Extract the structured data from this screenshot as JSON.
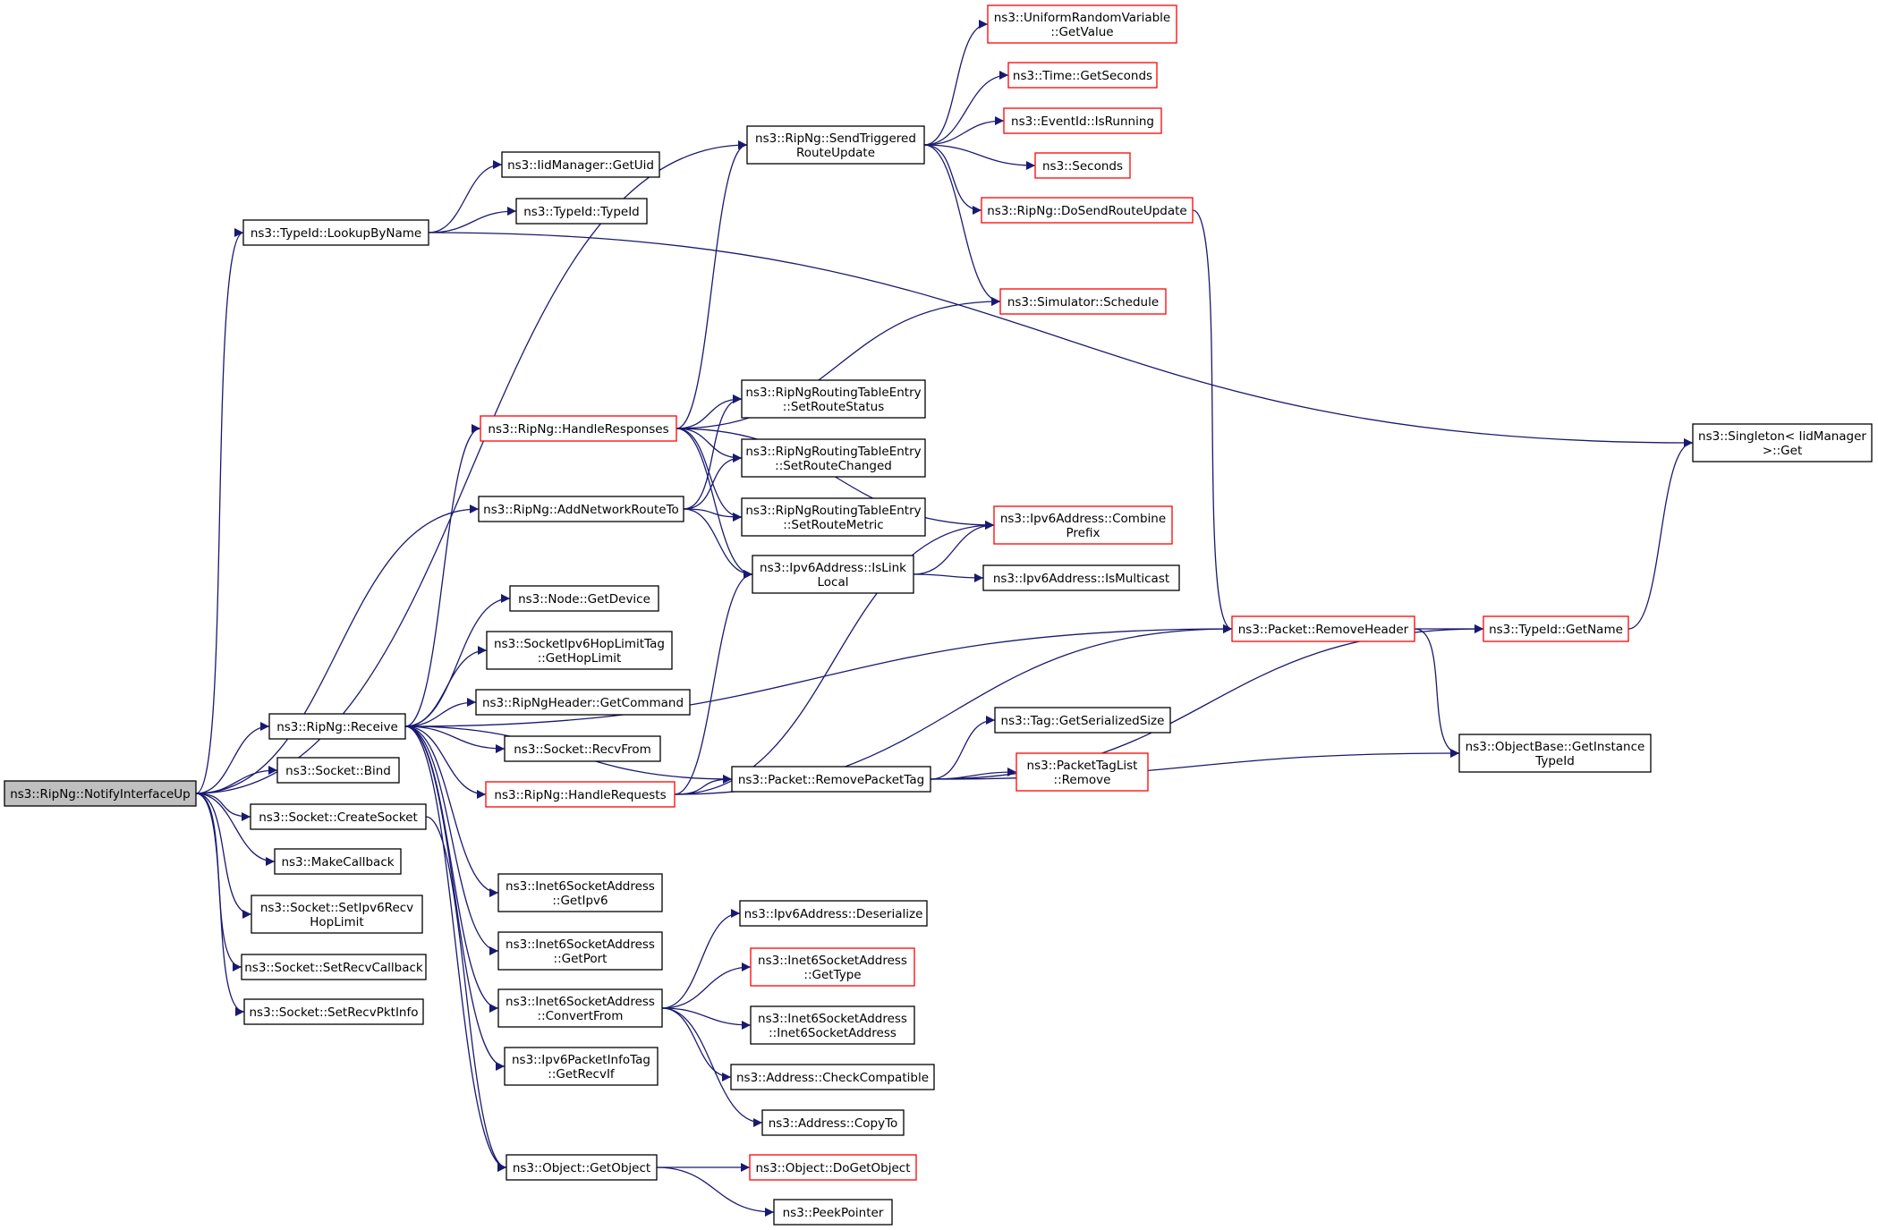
{
  "colors": {
    "edge": "#191970",
    "node_border": "#000000",
    "node_border_undocumented": "#ff0000",
    "root_fill": "#bfbfbf",
    "node_fill": "#ffffff"
  },
  "nodes": {
    "notifyInterfaceUp": {
      "lines": [
        "ns3::RipNg::NotifyInterfaceUp"
      ],
      "style": "root"
    },
    "lookupByName": {
      "lines": [
        "ns3::TypeId::LookupByName"
      ],
      "style": "normal"
    },
    "iidGetUid": {
      "lines": [
        "ns3::IidManager::GetUid"
      ],
      "style": "normal"
    },
    "typeIdTypeId": {
      "lines": [
        "ns3::TypeId::TypeId"
      ],
      "style": "normal"
    },
    "sendTriggered": {
      "lines": [
        "ns3::RipNg::SendTriggered",
        "RouteUpdate"
      ],
      "style": "normal"
    },
    "uniformGetValue": {
      "lines": [
        "ns3::UniformRandomVariable",
        "::GetValue"
      ],
      "style": "red"
    },
    "timeGetSeconds": {
      "lines": [
        "ns3::Time::GetSeconds"
      ],
      "style": "red"
    },
    "eventIsRunning": {
      "lines": [
        "ns3::EventId::IsRunning"
      ],
      "style": "red"
    },
    "seconds": {
      "lines": [
        "ns3::Seconds"
      ],
      "style": "red"
    },
    "doSendRouteUpdate": {
      "lines": [
        "ns3::RipNg::DoSendRouteUpdate"
      ],
      "style": "red"
    },
    "simSchedule": {
      "lines": [
        "ns3::Simulator::Schedule"
      ],
      "style": "red"
    },
    "singletonGet": {
      "lines": [
        "ns3::Singleton< IidManager",
        " >::Get"
      ],
      "style": "normal"
    },
    "handleResponses": {
      "lines": [
        "ns3::RipNg::HandleResponses"
      ],
      "style": "red"
    },
    "setRouteStatus": {
      "lines": [
        "ns3::RipNgRoutingTableEntry",
        "::SetRouteStatus"
      ],
      "style": "normal"
    },
    "setRouteChanged": {
      "lines": [
        "ns3::RipNgRoutingTableEntry",
        "::SetRouteChanged"
      ],
      "style": "normal"
    },
    "setRouteMetric": {
      "lines": [
        "ns3::RipNgRoutingTableEntry",
        "::SetRouteMetric"
      ],
      "style": "normal"
    },
    "addNetworkRouteTo": {
      "lines": [
        "ns3::RipNg::AddNetworkRouteTo"
      ],
      "style": "normal"
    },
    "combinePrefix": {
      "lines": [
        "ns3::Ipv6Address::Combine",
        "Prefix"
      ],
      "style": "red"
    },
    "isLinkLocal": {
      "lines": [
        "ns3::Ipv6Address::IsLink",
        "Local"
      ],
      "style": "normal"
    },
    "isMulticast": {
      "lines": [
        "ns3::Ipv6Address::IsMulticast"
      ],
      "style": "normal"
    },
    "nodeGetDevice": {
      "lines": [
        "ns3::Node::GetDevice"
      ],
      "style": "normal"
    },
    "getHopLimit": {
      "lines": [
        "ns3::SocketIpv6HopLimitTag",
        "::GetHopLimit"
      ],
      "style": "normal"
    },
    "getCommand": {
      "lines": [
        "ns3::RipNgHeader::GetCommand"
      ],
      "style": "normal"
    },
    "recvFrom": {
      "lines": [
        "ns3::Socket::RecvFrom"
      ],
      "style": "normal"
    },
    "receive": {
      "lines": [
        "ns3::RipNg::Receive"
      ],
      "style": "normal"
    },
    "removeHeader": {
      "lines": [
        "ns3::Packet::RemoveHeader"
      ],
      "style": "red"
    },
    "getName": {
      "lines": [
        "ns3::TypeId::GetName"
      ],
      "style": "red"
    },
    "tagGetSerializedSize": {
      "lines": [
        "ns3::Tag::GetSerializedSize"
      ],
      "style": "normal"
    },
    "getInstanceTypeId": {
      "lines": [
        "ns3::ObjectBase::GetInstance",
        "TypeId"
      ],
      "style": "normal"
    },
    "socketBind": {
      "lines": [
        "ns3::Socket::Bind"
      ],
      "style": "normal"
    },
    "handleRequests": {
      "lines": [
        "ns3::RipNg::HandleRequests"
      ],
      "style": "red"
    },
    "removePacketTag": {
      "lines": [
        "ns3::Packet::RemovePacketTag"
      ],
      "style": "normal"
    },
    "packetTagListRemove": {
      "lines": [
        "ns3::PacketTagList",
        "::Remove"
      ],
      "style": "red"
    },
    "createSocket": {
      "lines": [
        "ns3::Socket::CreateSocket"
      ],
      "style": "normal"
    },
    "makeCallback": {
      "lines": [
        "ns3::MakeCallback"
      ],
      "style": "normal"
    },
    "getIpv6": {
      "lines": [
        "ns3::Inet6SocketAddress",
        "::GetIpv6"
      ],
      "style": "normal"
    },
    "setIpv6RecvHopLimit": {
      "lines": [
        "ns3::Socket::SetIpv6Recv",
        "HopLimit"
      ],
      "style": "normal"
    },
    "ipv6Deserialize": {
      "lines": [
        "ns3::Ipv6Address::Deserialize"
      ],
      "style": "normal"
    },
    "getPort": {
      "lines": [
        "ns3::Inet6SocketAddress",
        "::GetPort"
      ],
      "style": "normal"
    },
    "inetGetType": {
      "lines": [
        "ns3::Inet6SocketAddress",
        "::GetType"
      ],
      "style": "red"
    },
    "setRecvCallback": {
      "lines": [
        "ns3::Socket::SetRecvCallback"
      ],
      "style": "normal"
    },
    "convertFrom": {
      "lines": [
        "ns3::Inet6SocketAddress",
        "::ConvertFrom"
      ],
      "style": "normal"
    },
    "setRecvPktInfo": {
      "lines": [
        "ns3::Socket::SetRecvPktInfo"
      ],
      "style": "normal"
    },
    "inetCtor": {
      "lines": [
        "ns3::Inet6SocketAddress",
        "::Inet6SocketAddress"
      ],
      "style": "normal"
    },
    "checkCompatible": {
      "lines": [
        "ns3::Address::CheckCompatible"
      ],
      "style": "normal"
    },
    "getRecvIf": {
      "lines": [
        "ns3::Ipv6PacketInfoTag",
        "::GetRecvIf"
      ],
      "style": "normal"
    },
    "addressCopyTo": {
      "lines": [
        "ns3::Address::CopyTo"
      ],
      "style": "normal"
    },
    "objectGetObject": {
      "lines": [
        "ns3::Object::GetObject"
      ],
      "style": "normal"
    },
    "doGetObject": {
      "lines": [
        "ns3::Object::DoGetObject"
      ],
      "style": "red"
    },
    "peekPointer": {
      "lines": [
        "ns3::PeekPointer"
      ],
      "style": "normal"
    }
  },
  "edges": [
    [
      "notifyInterfaceUp",
      "lookupByName"
    ],
    [
      "notifyInterfaceUp",
      "sendTriggered"
    ],
    [
      "notifyInterfaceUp",
      "addNetworkRouteTo"
    ],
    [
      "notifyInterfaceUp",
      "receive"
    ],
    [
      "notifyInterfaceUp",
      "socketBind"
    ],
    [
      "notifyInterfaceUp",
      "createSocket"
    ],
    [
      "notifyInterfaceUp",
      "makeCallback"
    ],
    [
      "notifyInterfaceUp",
      "setIpv6RecvHopLimit"
    ],
    [
      "notifyInterfaceUp",
      "setRecvCallback"
    ],
    [
      "notifyInterfaceUp",
      "setRecvPktInfo"
    ],
    [
      "lookupByName",
      "iidGetUid"
    ],
    [
      "lookupByName",
      "typeIdTypeId"
    ],
    [
      "lookupByName",
      "singletonGet"
    ],
    [
      "sendTriggered",
      "uniformGetValue"
    ],
    [
      "sendTriggered",
      "timeGetSeconds"
    ],
    [
      "sendTriggered",
      "eventIsRunning"
    ],
    [
      "sendTriggered",
      "seconds"
    ],
    [
      "sendTriggered",
      "doSendRouteUpdate"
    ],
    [
      "sendTriggered",
      "simSchedule"
    ],
    [
      "doSendRouteUpdate",
      "removeHeader"
    ],
    [
      "handleResponses",
      "sendTriggered"
    ],
    [
      "handleResponses",
      "simSchedule"
    ],
    [
      "handleResponses",
      "combinePrefix"
    ],
    [
      "handleResponses",
      "setRouteStatus"
    ],
    [
      "handleResponses",
      "setRouteChanged"
    ],
    [
      "handleResponses",
      "setRouteMetric"
    ],
    [
      "handleResponses",
      "isLinkLocal"
    ],
    [
      "addNetworkRouteTo",
      "setRouteStatus"
    ],
    [
      "addNetworkRouteTo",
      "setRouteChanged"
    ],
    [
      "addNetworkRouteTo",
      "setRouteMetric"
    ],
    [
      "addNetworkRouteTo",
      "isLinkLocal"
    ],
    [
      "isLinkLocal",
      "combinePrefix"
    ],
    [
      "isLinkLocal",
      "isMulticast"
    ],
    [
      "receive",
      "handleResponses"
    ],
    [
      "receive",
      "nodeGetDevice"
    ],
    [
      "receive",
      "getHopLimit"
    ],
    [
      "receive",
      "getCommand"
    ],
    [
      "receive",
      "recvFrom"
    ],
    [
      "receive",
      "handleRequests"
    ],
    [
      "receive",
      "removeHeader"
    ],
    [
      "receive",
      "removePacketTag"
    ],
    [
      "receive",
      "getIpv6"
    ],
    [
      "receive",
      "getPort"
    ],
    [
      "receive",
      "convertFrom"
    ],
    [
      "receive",
      "getRecvIf"
    ],
    [
      "receive",
      "objectGetObject"
    ],
    [
      "handleRequests",
      "isLinkLocal"
    ],
    [
      "handleRequests",
      "combinePrefix"
    ],
    [
      "handleRequests",
      "removePacketTag"
    ],
    [
      "handleRequests",
      "removeHeader"
    ],
    [
      "removePacketTag",
      "tagGetSerializedSize"
    ],
    [
      "removePacketTag",
      "packetTagListRemove"
    ],
    [
      "removePacketTag",
      "getName"
    ],
    [
      "removePacketTag",
      "getInstanceTypeId"
    ],
    [
      "removeHeader",
      "getName"
    ],
    [
      "removeHeader",
      "getInstanceTypeId"
    ],
    [
      "getName",
      "singletonGet"
    ],
    [
      "createSocket",
      "objectGetObject"
    ],
    [
      "convertFrom",
      "ipv6Deserialize"
    ],
    [
      "convertFrom",
      "inetGetType"
    ],
    [
      "convertFrom",
      "inetCtor"
    ],
    [
      "convertFrom",
      "checkCompatible"
    ],
    [
      "convertFrom",
      "addressCopyTo"
    ],
    [
      "objectGetObject",
      "doGetObject"
    ],
    [
      "objectGetObject",
      "peekPointer"
    ]
  ]
}
